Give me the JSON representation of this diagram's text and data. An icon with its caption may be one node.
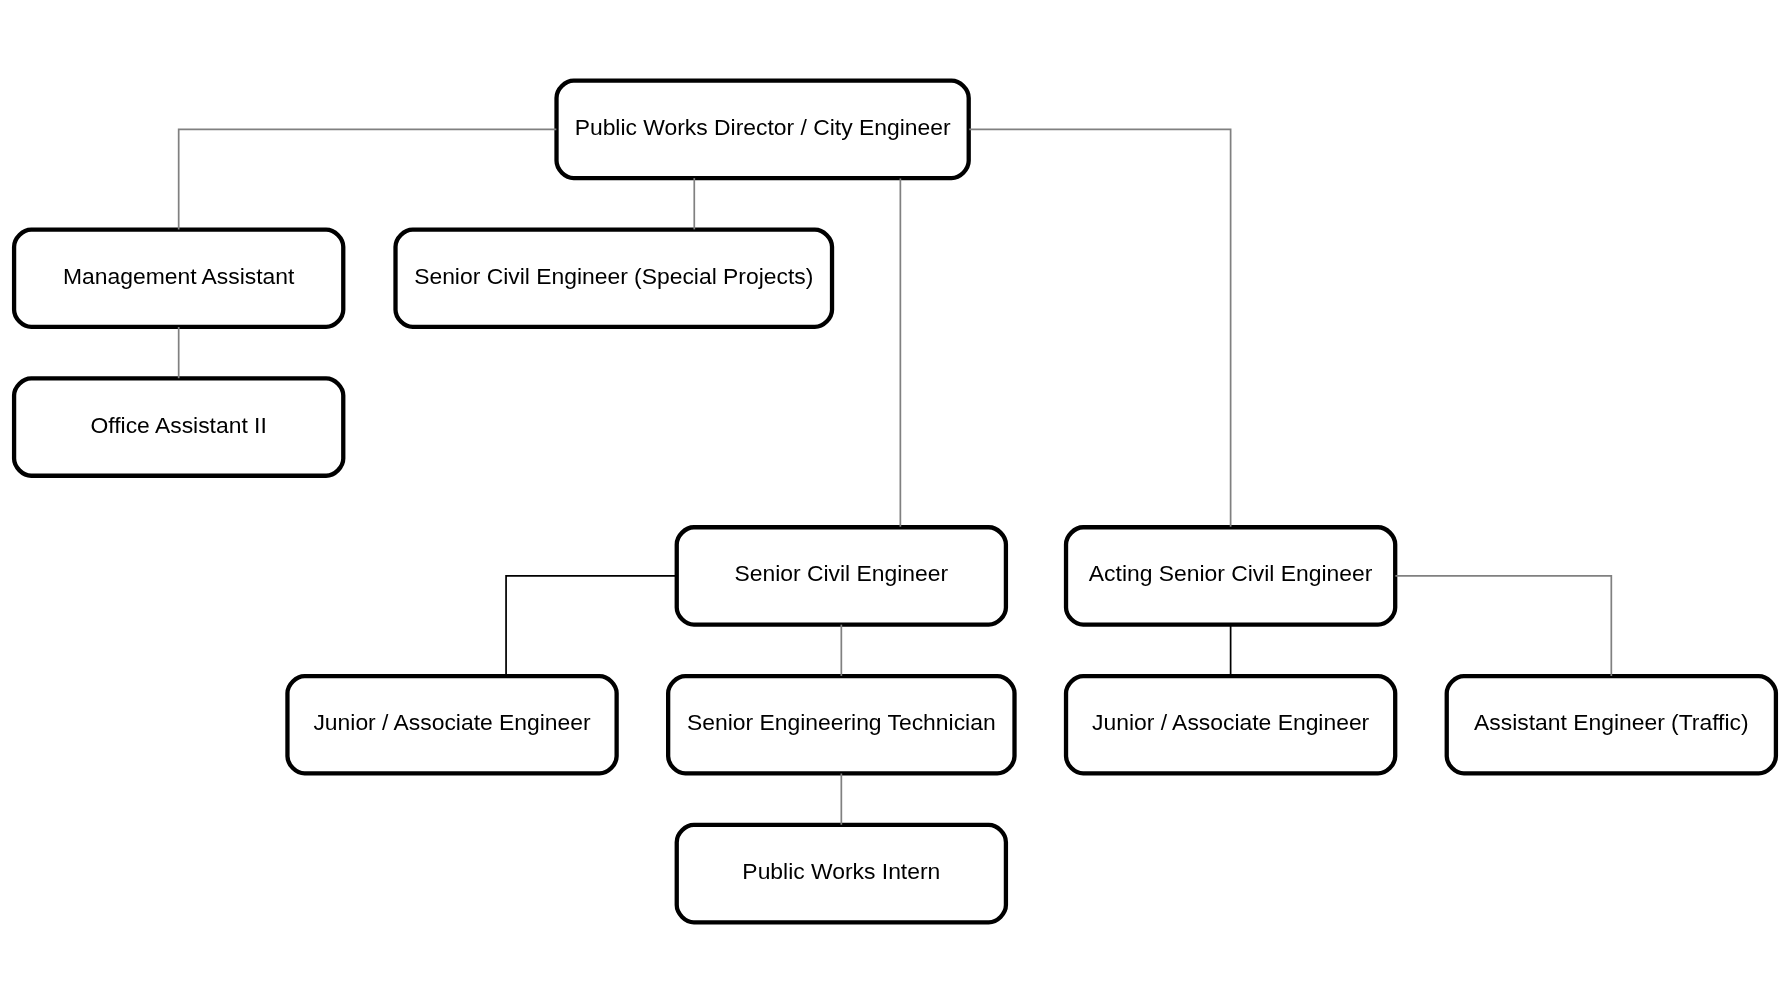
{
  "diagram": {
    "nodes": [
      {
        "text": [
          "Public Works Director / City Engineer"
        ]
      },
      {
        "text": [
          "Management Assistant"
        ]
      },
      {
        "text": [
          "Senior Civil Engineer (Special Projects)"
        ]
      },
      {
        "text": [
          "Office Assistant II"
        ]
      },
      {
        "text": [
          "Senior Civil Engineer"
        ]
      },
      {
        "text": [
          "Acting Senior Civil Engineer"
        ]
      },
      {
        "text": [
          "Junior / Associate Engineer"
        ]
      },
      {
        "text": [
          "Senior Engineering Technician"
        ]
      },
      {
        "text": [
          "Public Works Intern"
        ]
      },
      {
        "text": [
          "Junior / Associate Engineer"
        ]
      },
      {
        "text": [
          "Assistant Engineer (Traffic)"
        ]
      }
    ],
    "edges": [
      {
        "from": 0,
        "to": 1,
        "arrow": "none"
      },
      {
        "from": 0,
        "to": 2,
        "arrow": "none"
      },
      {
        "from": 1,
        "to": 3,
        "arrow": "none"
      },
      {
        "from": 0,
        "to": 4,
        "arrow": "none"
      },
      {
        "from": 0,
        "to": 5,
        "arrow": "none"
      },
      {
        "from": 4,
        "to": 6,
        "arrow": "none",
        "color": "#000000"
      },
      {
        "from": 4,
        "to": 7,
        "arrow": "none"
      },
      {
        "from": 7,
        "to": 8,
        "arrow": "none"
      },
      {
        "from": 5,
        "to": 9,
        "arrow": "none",
        "color": "#000000"
      },
      {
        "from": 5,
        "to": 10,
        "arrow": "none"
      }
    ]
  }
}
